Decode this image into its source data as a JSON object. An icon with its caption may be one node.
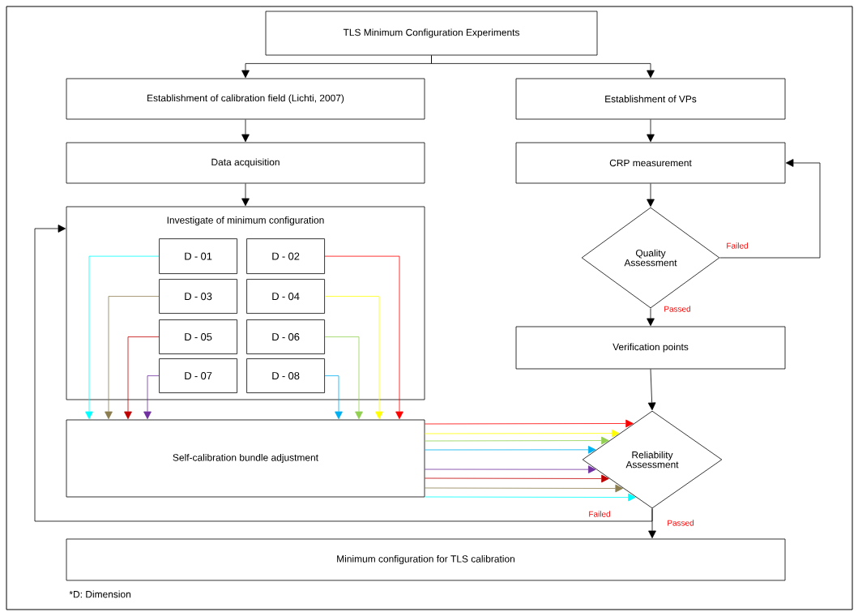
{
  "diagram": {
    "nodes": [
      {
        "text": [
          "TLS Minimum Configuration Experiments"
        ]
      },
      {
        "text": [
          "Establishment of calibration field (Lichti, 2007)"
        ]
      },
      {
        "text": [
          "Establishment of VPs"
        ]
      },
      {
        "text": [
          "Data acquisition"
        ]
      },
      {
        "text": [
          "CRP measurement"
        ]
      },
      {
        "text": [
          "Quality Assessment"
        ]
      },
      {
        "text": [
          "Verification points"
        ]
      },
      {
        "text": [
          "Investigate of minimum configuration"
        ]
      },
      {
        "text": [
          "D - 01"
        ],
        "in": 7
      },
      {
        "text": [
          "D - 02"
        ],
        "in": 7
      },
      {
        "text": [
          "D - 03"
        ],
        "in": 7
      },
      {
        "text": [
          "D - 04"
        ],
        "in": 7
      },
      {
        "text": [
          "D - 05"
        ],
        "in": 7
      },
      {
        "text": [
          "D - 06"
        ],
        "in": 7
      },
      {
        "text": [
          "D - 07"
        ],
        "in": 7
      },
      {
        "text": [
          "D - 08"
        ],
        "in": 7
      },
      {
        "text": [
          "Self-calibration bundle adjustment"
        ]
      },
      {
        "text": [
          "Reliability Assessment"
        ]
      },
      {
        "text": [
          "Minimum configuration for TLS calibration"
        ]
      }
    ],
    "edges": [
      {
        "from": 0,
        "to": 1,
        "arrow": "to"
      },
      {
        "from": 0,
        "to": 2,
        "arrow": "to"
      },
      {
        "from": 1,
        "to": 3,
        "arrow": "to"
      },
      {
        "from": 2,
        "to": 4,
        "arrow": "to"
      },
      {
        "from": 3,
        "to": 7,
        "arrow": "to"
      },
      {
        "from": 4,
        "to": 5,
        "arrow": "to"
      },
      {
        "from": 5,
        "to": 4,
        "arrow": "to",
        "label": "Failed"
      },
      {
        "from": 5,
        "to": 6,
        "arrow": "to",
        "label": "Passed"
      },
      {
        "from": 6,
        "to": 17,
        "arrow": "to"
      },
      {
        "from": 8,
        "to": 16,
        "arrow": "to",
        "color": "#00ffff"
      },
      {
        "from": 9,
        "to": 16,
        "arrow": "to",
        "color": "#ff0000"
      },
      {
        "from": 10,
        "to": 16,
        "arrow": "to",
        "color": "#8b7d4f"
      },
      {
        "from": 11,
        "to": 16,
        "arrow": "to",
        "color": "#ffff00"
      },
      {
        "from": 12,
        "to": 16,
        "arrow": "to",
        "color": "#c00000"
      },
      {
        "from": 13,
        "to": 16,
        "arrow": "to",
        "color": "#92d050"
      },
      {
        "from": 14,
        "to": 16,
        "arrow": "to",
        "color": "#7030a0"
      },
      {
        "from": 15,
        "to": 16,
        "arrow": "to",
        "color": "#00b0f0"
      },
      {
        "from": 16,
        "to": 17,
        "arrow": "to",
        "color": "#ff0000"
      },
      {
        "from": 16,
        "to": 17,
        "arrow": "to",
        "color": "#ffff00"
      },
      {
        "from": 16,
        "to": 17,
        "arrow": "to",
        "color": "#92d050"
      },
      {
        "from": 16,
        "to": 17,
        "arrow": "to",
        "color": "#00b0f0"
      },
      {
        "from": 16,
        "to": 17,
        "arrow": "to",
        "color": "#7030a0"
      },
      {
        "from": 16,
        "to": 17,
        "arrow": "to",
        "color": "#c00000"
      },
      {
        "from": 16,
        "to": 17,
        "arrow": "to",
        "color": "#8b7d4f"
      },
      {
        "from": 16,
        "to": 17,
        "arrow": "to",
        "color": "#00ffff"
      },
      {
        "from": 17,
        "to": 7,
        "arrow": "to",
        "label": "Failed"
      },
      {
        "from": 17,
        "to": 18,
        "arrow": "to",
        "label": "Passed"
      }
    ],
    "labels": [
      "*D: Dimension"
    ]
  }
}
